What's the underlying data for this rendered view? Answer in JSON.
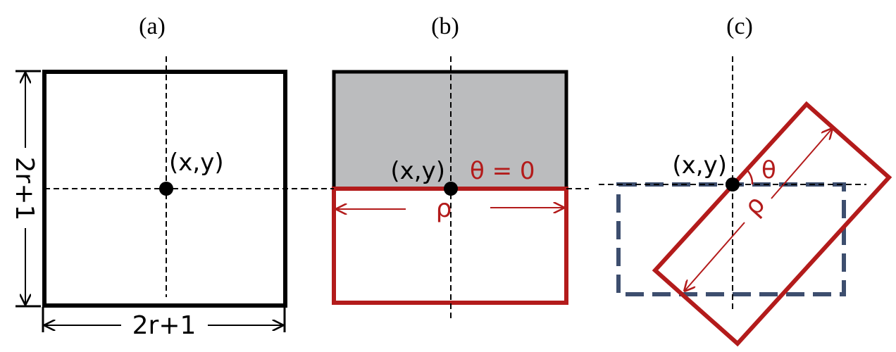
{
  "figure": {
    "panels": [
      {
        "id": "a",
        "label": "(a)",
        "point_label": "(x,y)",
        "width_label": "2r+1",
        "height_label": "2r+1"
      },
      {
        "id": "b",
        "label": "(b)",
        "point_label": "(x,y)",
        "angle_label": "θ = 0",
        "length_label": "ρ"
      },
      {
        "id": "c",
        "label": "(c)",
        "point_label": "(x,y)",
        "angle_label": "θ",
        "length_label": "ρ"
      }
    ],
    "colors": {
      "outline": "#000000",
      "shaded_fill": "#bbbcbe",
      "rotated_rect": "#b31b1b",
      "dashed_rect": "#3d4e6e"
    }
  }
}
